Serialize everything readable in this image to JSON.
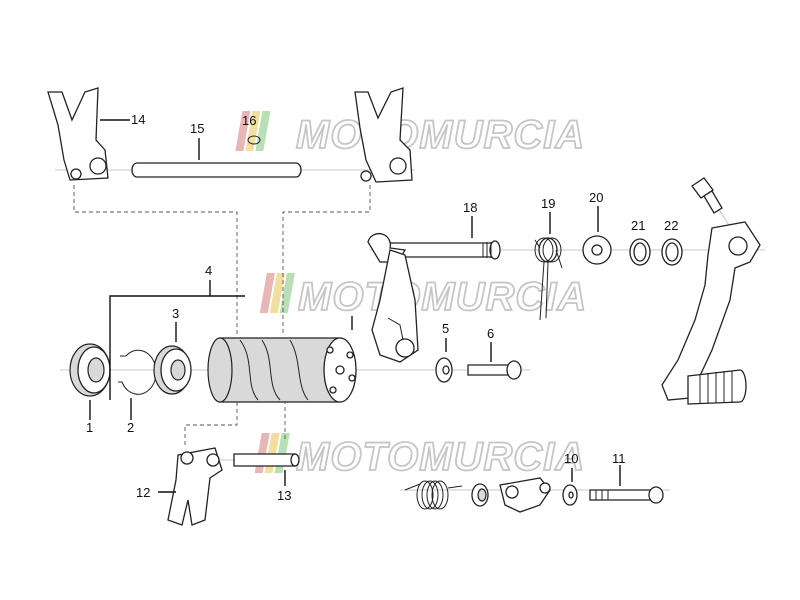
{
  "diagram": {
    "part_numbers": [
      "1",
      "2",
      "3",
      "4",
      "5",
      "6",
      "10",
      "11",
      "12",
      "13",
      "14",
      "15",
      "16",
      "18",
      "19",
      "20",
      "21",
      "22"
    ],
    "watermark": {
      "text": "MOTOMURCIA",
      "stripe_colors": [
        "#e9b6b6",
        "#f2de9e",
        "#b8e0b4"
      ]
    },
    "line_color": "#222222",
    "background": "#ffffff"
  }
}
